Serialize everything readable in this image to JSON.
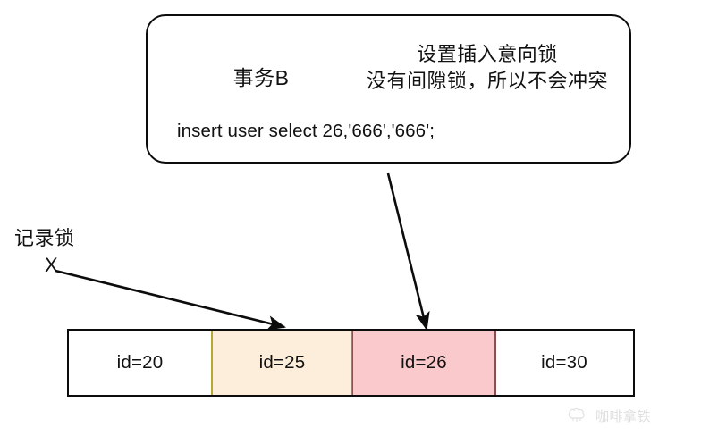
{
  "diagram": {
    "title": "MySQL insert intention lock vs record lock illustration",
    "callout": {
      "transaction_label": "事务B",
      "notes": [
        "设置插入意向锁",
        "没有间隙锁，所以不会冲突"
      ],
      "sql": "insert user select 26,'666','666';"
    },
    "record_lock": {
      "label": "记录锁",
      "marker": "X"
    },
    "row_table": {
      "cells": [
        {
          "label": "id=20",
          "fill": "#ffffff",
          "border": "#0c0c0c",
          "state": "normal"
        },
        {
          "label": "id=25",
          "fill": "#fceedb",
          "border": "#b6a838",
          "state": "record-locked"
        },
        {
          "label": "id=26",
          "fill": "#f9c9cb",
          "border": "#8a5050",
          "state": "insert-intention"
        },
        {
          "label": "id=30",
          "fill": "#ffffff",
          "border": "#0c0c0c",
          "state": "normal"
        }
      ]
    },
    "arrows": [
      {
        "name": "record-lock-arrow",
        "from": "记录锁 X",
        "to": "id=20 / id=25 boundary"
      },
      {
        "name": "insert-arrow",
        "from": "事务B callout",
        "to": "id=26"
      }
    ],
    "watermark": {
      "text": "咖啡拿铁"
    },
    "colors": {
      "stroke": "#0c0c0c",
      "record_lock_fill": "#fceedb",
      "record_lock_border": "#b6a838",
      "intention_fill": "#f9c9cb",
      "intention_border": "#8a5050",
      "background": "#ffffff"
    }
  }
}
